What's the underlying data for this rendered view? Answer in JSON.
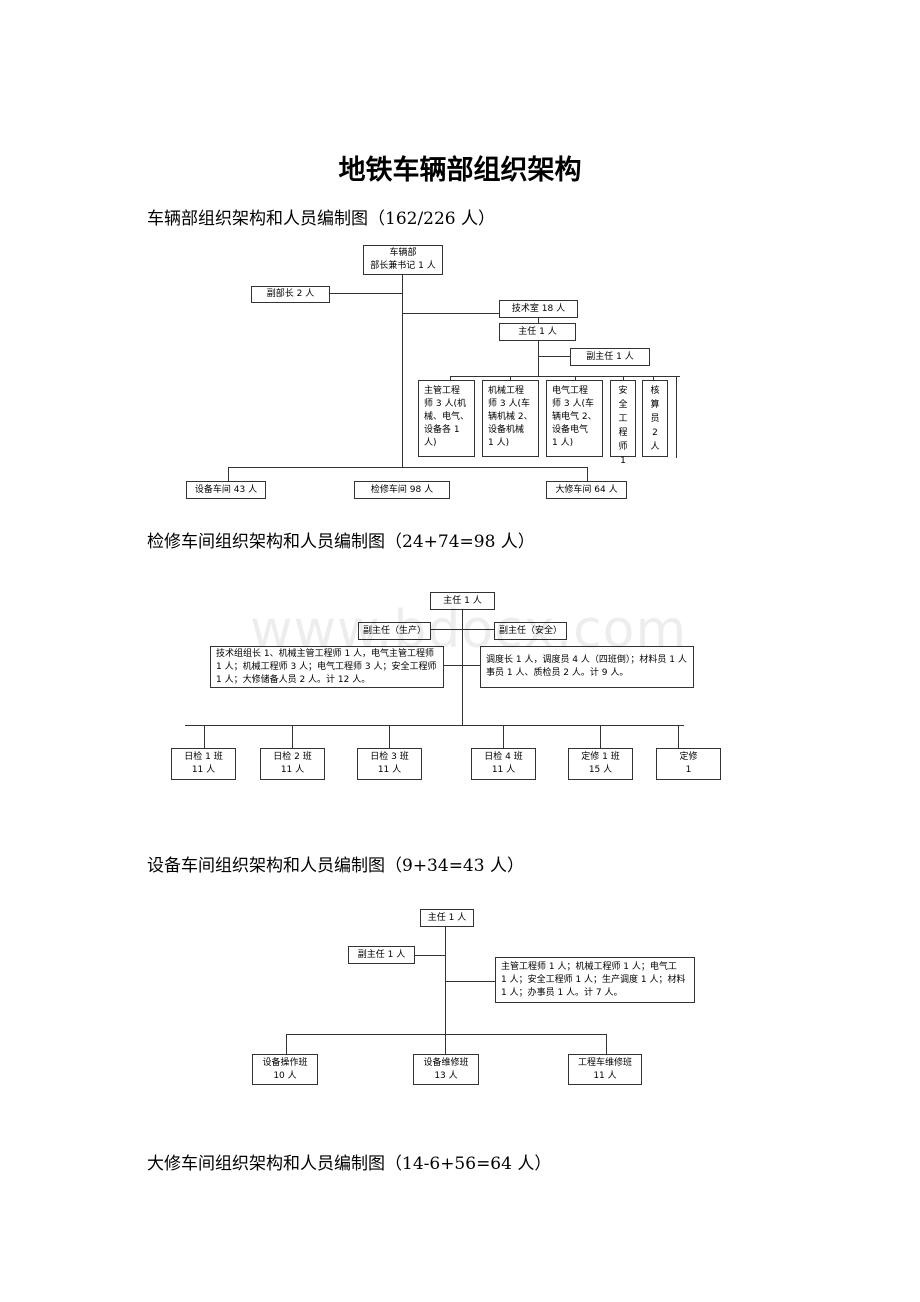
{
  "title": "地铁车辆部组织架构",
  "sections": [
    {
      "heading": "车辆部组织架构和人员编制图（162/226 人）",
      "nodes": {
        "root": "车辆部\n部长兼书记 1 人",
        "vice_head": "副部长 2 人",
        "tech_office": "技术室 18 人",
        "director": "主任 1 人",
        "vice_director": "副主任 1 人",
        "chief_eng": "主管工程\n师 3 人(机\n械、电气、\n设备各 1\n人)",
        "mech_eng": "机械工程\n师 3 人(车\n辆机械 2、\n设备机械\n1 人)",
        "elec_eng": "电气工程\n师 3 人(车\n辆电气 2、\n设备电气\n1 人)",
        "safety_eng": "安\n全\n工\n程\n师\n1",
        "accountant": "核\n算\n员\n2\n人",
        "equip_ws": "设备车间 43 人",
        "repair_ws": "检修车间 98 人",
        "overhaul_ws": "大修车间 64 人"
      }
    },
    {
      "heading": "检修车间组织架构和人员编制图（24+74=98 人）",
      "nodes": {
        "director": "主任 1 人",
        "vice_prod": "副主任（生产）",
        "vice_safety": "副主任（安全）",
        "left_staff": "技术组组长 1、机械主管工程师 1 人，电气主管工程师\n1 人；机械工程师 3 人；电气工程师 3 人；安全工程师\n1 人；大修储备人员 2 人。计 12 人。",
        "right_staff": "调度长 1 人，调度员 4 人（四班倒）；材料员 1 人\n事员 1 人、质检员 2 人。计 9 人。",
        "teams": [
          "日检 1 班\n11 人",
          "日检 2 班\n11 人",
          "日检 3 班\n11 人",
          "日检 4 班\n11 人",
          "定修 1 班\n15 人",
          "定修\n1"
        ]
      }
    },
    {
      "heading": "设备车间组织架构和人员编制图（9+34=43 人）",
      "nodes": {
        "director": "主任 1 人",
        "vice_director": "副主任 1 人",
        "staff": "主管工程师 1 人；机械工程师 1 人；电气工\n1 人；安全工程师 1 人；生产调度 1 人；材料\n1 人；办事员 1 人。计 7 人。",
        "teams": [
          "设备操作班\n10 人",
          "设备维修班\n13 人",
          "工程车维修班\n11 人"
        ]
      }
    },
    {
      "heading": "大修车间组织架构和人员编制图（14-6+56=64 人）"
    }
  ],
  "watermark": "www.bdocx.com"
}
